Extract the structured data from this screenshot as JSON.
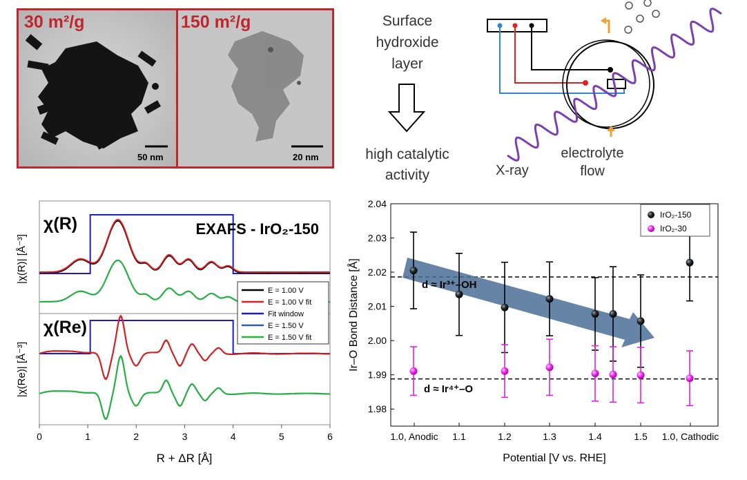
{
  "tem": {
    "left_label": "30 m²/g",
    "right_label": "150 m²/g",
    "left_scale": "50 nm",
    "right_scale": "20 nm"
  },
  "schematic": {
    "line1": "Surface",
    "line2": "hydroxide",
    "line3": "layer",
    "line4": "high catalytic",
    "line5": "activity",
    "xray": "X-ray",
    "flow1": "electrolyte",
    "flow2": "flow"
  },
  "colors": {
    "tem_border": "#c0262d",
    "label_red": "#c0262d",
    "black": "#000000",
    "red": "#e02020",
    "blue": "#1a1ad0",
    "steel": "#2b5fa8",
    "green": "#22b53a",
    "magenta": "#e020e0",
    "arrow": "#4a6f96",
    "orange": "#f0a030",
    "purple": "#7b3fb0"
  },
  "chart_data": [
    {
      "type": "line",
      "panel_labels": [
        "χ(R)",
        "χ(Re)"
      ],
      "title": "EXAFS - IrO₂-150",
      "xlabel": "R + ΔR [Å]",
      "ylabels": [
        "|χ(R)| [Å⁻³]",
        "|χ(Re)| [Å⁻³]"
      ],
      "xlim": [
        0,
        6
      ],
      "xticks": [
        "0",
        "1",
        "2",
        "3",
        "4",
        "5",
        "6"
      ],
      "legend": [
        "E = 1.00 V",
        "E = 1.00 V fit",
        "Fit window",
        "E = 1.50 V",
        "E = 1.50 V fit"
      ],
      "fit_window": [
        1.05,
        4.0
      ]
    },
    {
      "type": "scatter",
      "xlabel": "Potential [V vs. RHE]",
      "ylabel": "Ir–O Bond Distance [Å]",
      "ylim": [
        1.975,
        2.04
      ],
      "yticks": [
        "1.98",
        "1.99",
        "2.00",
        "2.01",
        "2.02",
        "2.03",
        "2.04"
      ],
      "xticks": [
        "1.0, Anodic",
        "1.1",
        "1.2",
        "1.3",
        "1.4",
        "1.5",
        "1.0, Cathodic"
      ],
      "hlines": [
        2.0186,
        1.9888
      ],
      "annotations": [
        "d ≈ Ir³⁺–OH",
        "d ≈ Ir⁴⁺–O"
      ],
      "series": [
        {
          "name": "IrO₂-150",
          "x": [
            "1.0, Anodic",
            "1.1",
            "1.2",
            "1.3",
            "1.4",
            "1.44",
            "1.5",
            "1.0, Cathodic"
          ],
          "values": [
            2.0205,
            2.0135,
            2.0097,
            2.0122,
            2.0078,
            2.0078,
            2.0057,
            2.0228
          ],
          "errors": [
            0.0112,
            0.012,
            0.0132,
            0.0108,
            0.0106,
            0.0138,
            0.0135,
            0.0112
          ]
        },
        {
          "name": "IrO₂-30",
          "x": [
            "1.0, Anodic",
            "1.2",
            "1.3",
            "1.4",
            "1.44",
            "1.5",
            "1.0, Cathodic"
          ],
          "values": [
            1.9911,
            1.9911,
            1.9922,
            1.9904,
            1.9901,
            1.9899,
            1.989
          ],
          "errors": [
            0.0071,
            0.0077,
            0.0082,
            0.0081,
            0.0081,
            0.0081,
            0.008
          ]
        }
      ]
    }
  ]
}
